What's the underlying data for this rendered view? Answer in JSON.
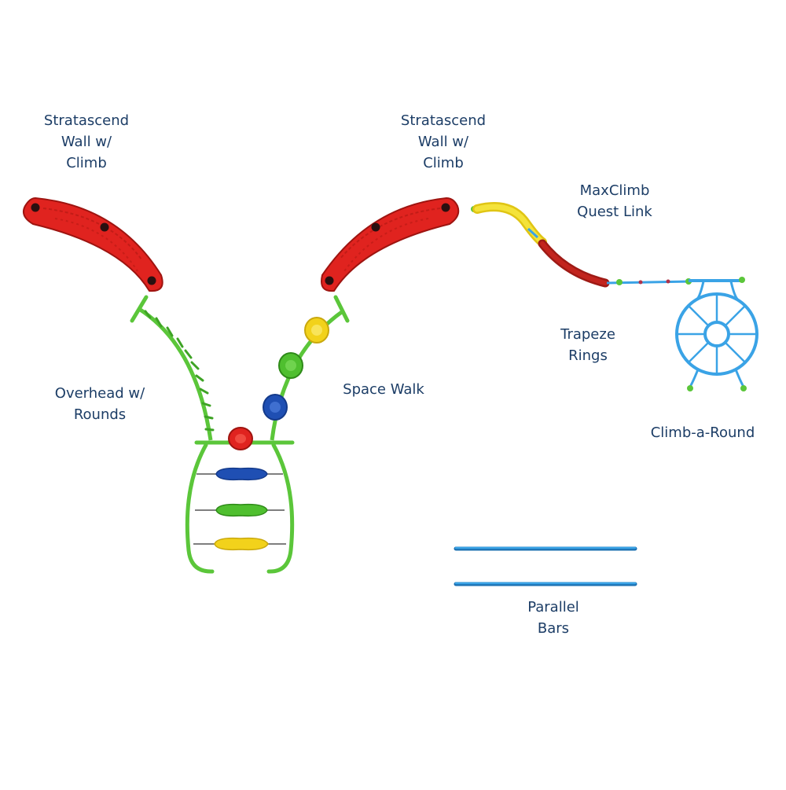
{
  "labels": {
    "wall_left": [
      "Stratascend",
      "Wall w/",
      "Climb"
    ],
    "wall_right": [
      "Stratascend",
      "Wall w/",
      "Climb"
    ],
    "maxclimb": [
      "MaxClimb",
      "Quest Link"
    ],
    "overhead": [
      "Overhead w/",
      "Rounds"
    ],
    "space_walk": [
      "Space Walk"
    ],
    "trapeze": [
      "Trapeze",
      "Rings"
    ],
    "climb_a_round": [
      "Climb-a-Round"
    ],
    "parallel_bars": [
      "Parallel",
      "Bars"
    ]
  },
  "colors": {
    "text": "#1c3d66",
    "wall_red": "#e0231f",
    "wall_red_dark": "#9e1410",
    "frame_green": "#5bc63a",
    "frame_green_dark": "#2f8a1c",
    "bar_blue": "#3aa3e6",
    "bar_blue_dark": "#1a6fb0",
    "rung_blue": "#1f4fb3",
    "rung_yellow": "#f2d21b",
    "slide_yellow": "#f4e33a",
    "slide_red": "#c2241e"
  }
}
